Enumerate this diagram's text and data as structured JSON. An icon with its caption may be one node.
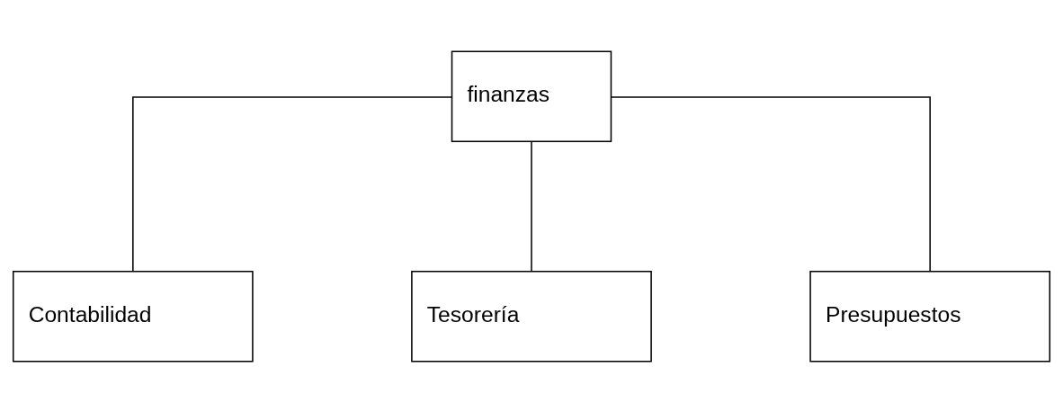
{
  "diagram": {
    "nodes": [
      {
        "text": [
          "finanzas"
        ]
      },
      {
        "text": [
          "Contabilidad"
        ]
      },
      {
        "text": [
          "Tesorería"
        ]
      },
      {
        "text": [
          "Presupuestos"
        ]
      }
    ],
    "edges": [
      {
        "from": 0,
        "to": 1,
        "arrow": "none"
      },
      {
        "from": 0,
        "to": 2,
        "arrow": "none"
      },
      {
        "from": 0,
        "to": 3,
        "arrow": "none"
      }
    ]
  }
}
